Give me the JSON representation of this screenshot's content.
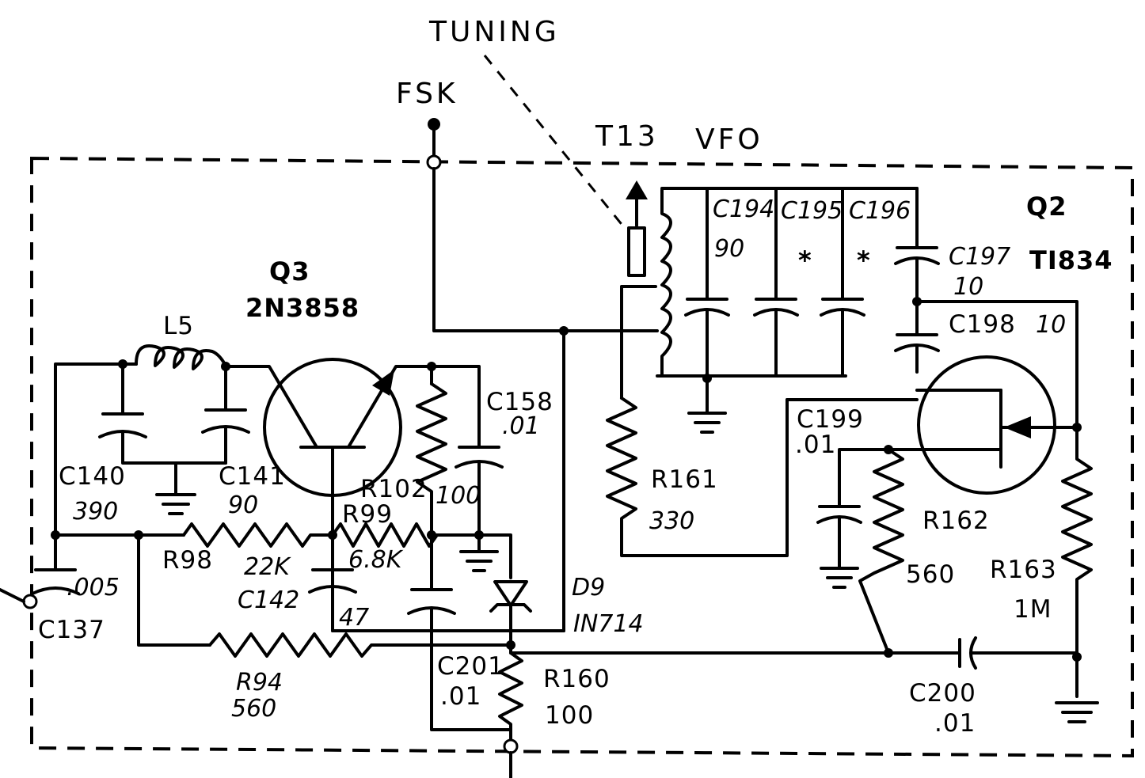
{
  "labels": {
    "tuning": "TUNING",
    "fsk": "FSK",
    "t13": "T13",
    "vfo": "VFO",
    "q3": "Q3",
    "q3_part": "2N3858",
    "q2": "Q2",
    "q2_part": "TI834",
    "l5": "L5",
    "c140": "C140",
    "c140_val": "390",
    "c141": "C141",
    "c141_val": "90",
    "c137": "C137",
    "c137_val": ".005",
    "r98": "R98",
    "r98_val": "22K",
    "r99": "R99",
    "r99_val": "6.8K",
    "r102": "R102",
    "r102_val": "100",
    "c142": "C142",
    "c142_val": "47",
    "c158": "C158",
    "c158_val": ".01",
    "d9": "D9",
    "d9_part": "IN714",
    "r94": "R94",
    "r94_val": "560",
    "c201": "C201",
    "c201_val": ".01",
    "r160": "R160",
    "r160_val": "100",
    "c194": "C194",
    "c194_val": "90",
    "c195": "C195",
    "c195_val": "*",
    "c196": "C196",
    "c196_val": "*",
    "c197": "C197",
    "c197_val": "10",
    "c198": "C198",
    "c198_val": "10",
    "r161": "R161",
    "r161_val": "330",
    "c199": "C199",
    "c199_val": ".01",
    "r162": "R162",
    "r162_val": "560",
    "r163": "R163",
    "r163_val": "1M",
    "c200": "C200",
    "c200_val": ".01"
  }
}
